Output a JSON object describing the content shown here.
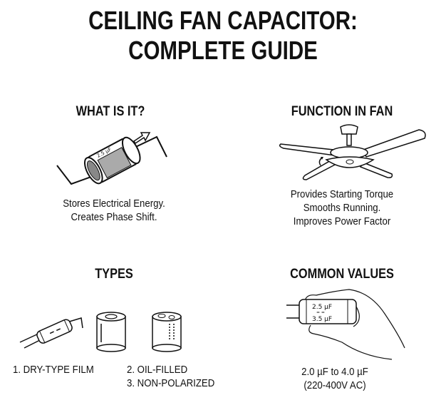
{
  "title": {
    "line1": "CEILING FAN CAPACITOR:",
    "line2": "COMPLETE GUIDE"
  },
  "sections": {
    "what_is_it": {
      "heading": "WHAT IS IT?",
      "lines": [
        "Stores Electrical Energy.",
        "Creates Phase Shift."
      ],
      "illustration": "film-capacitor-icon",
      "capacitor_label": "2.5 µF"
    },
    "function_in_fan": {
      "heading": "FUNCTION IN FAN",
      "lines": [
        "Provides Starting Torque",
        "Smooths Running.",
        "Improves Power Factor"
      ],
      "illustration": "ceiling-fan-icon"
    },
    "types": {
      "heading": "TYPES",
      "items": [
        "1. DRY-TYPE FILM",
        "2. OIL-FILLED",
        "3. NON-POLARIZED"
      ],
      "illustrations": [
        "dry-film-capacitor-icon",
        "oil-filled-capacitor-icon",
        "non-polarized-capacitor-icon"
      ]
    },
    "common_values": {
      "heading": "COMMON VALUES",
      "lines": [
        "2.0 µF to 4.0 µF",
        "(220-400V AC)"
      ],
      "illustration": "hand-holding-capacitor-icon",
      "capacitor_labels": [
        "2.5 µF",
        "3.5 µF"
      ]
    }
  },
  "colors": {
    "ink": "#111111",
    "background": "#ffffff",
    "shade": "#9a9a9a"
  }
}
